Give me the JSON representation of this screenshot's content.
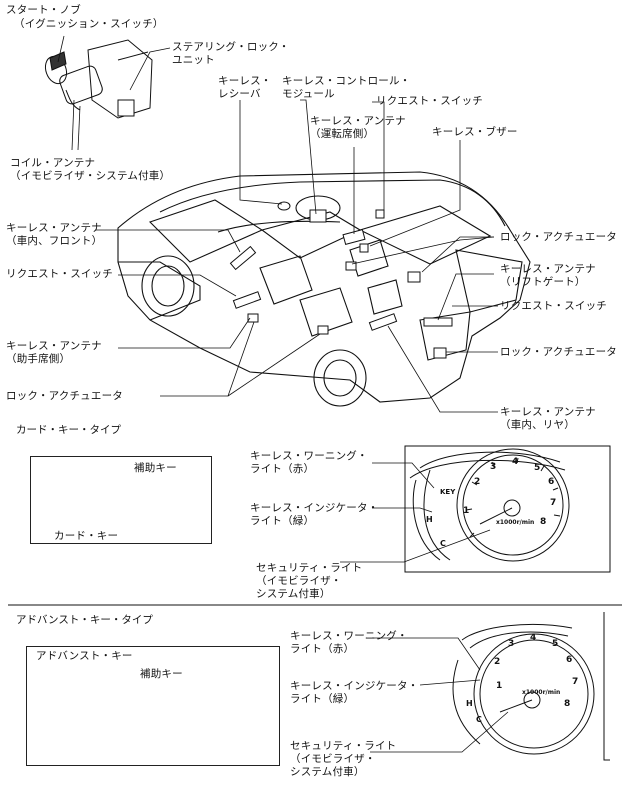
{
  "labels": {
    "start_knob": "スタート・ノブ",
    "ignition_switch": "（イグニッション・スイッチ）",
    "steering_lock": "ステアリング・ロック・\nユニット",
    "coil_antenna": "コイル・アンテナ\n（イモビライザ・システム付車）",
    "keyless_receiver": "キーレス・\nレシーバ",
    "keyless_control_module": "キーレス・コントロール・\nモジュール",
    "request_switch_top": "リクエスト・スイッチ",
    "keyless_antenna_driver": "キーレス・アンテナ\n（運転席側）",
    "keyless_buzzer": "キーレス・ブザー",
    "keyless_antenna_front": "キーレス・アンテナ\n（車内、フロント）",
    "lock_actuator_right_top": "ロック・アクチュエータ",
    "keyless_antenna_liftgate": "キーレス・アンテナ\n（リフトゲート）",
    "request_switch_left": "リクエスト・スイッチ",
    "request_switch_right": "リクエスト・スイッチ",
    "keyless_antenna_passenger": "キーレス・アンテナ\n（助手席側）",
    "lock_actuator_right_bottom": "ロック・アクチュエータ",
    "lock_actuator_left": "ロック・アクチュエータ",
    "keyless_antenna_rear": "キーレス・アンテナ\n（車内、リヤ）"
  },
  "card_section": {
    "title": "カード・キー・タイプ",
    "aux_key": "補助キー",
    "card_key": "カード・キー",
    "warning_light": "キーレス・ワーニング・\nライト（赤）",
    "indicator_light": "キーレス・インジケータ・\nライト（緑）",
    "security_light": "セキュリティ・ライト\n（イモビライザ・\nシステム付車）"
  },
  "advanced_section": {
    "title": "アドバンスト・キー・タイプ",
    "advanced_key": "アドバンスト・キー",
    "aux_key": "補助キー",
    "warning_light": "キーレス・ワーニング・\nライト（赤）",
    "indicator_light": "キーレス・インジケータ・\nライト（緑）",
    "security_light": "セキュリティ・ライト\n（イモビライザ・\nシステム付車）"
  },
  "cluster": {
    "key_text": "KEY",
    "rpm_unit": "x1000r/min",
    "tach_numbers": [
      "1",
      "2",
      "3",
      "4",
      "5",
      "6",
      "7",
      "8"
    ],
    "temp_hot": "H",
    "temp_cold": "C"
  }
}
